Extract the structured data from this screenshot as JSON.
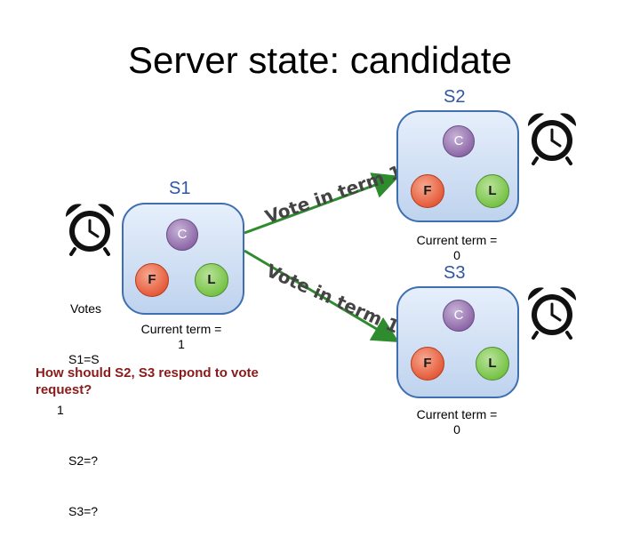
{
  "title": "Server state: candidate",
  "servers": {
    "s1": {
      "label": "S1",
      "nodes": {
        "c": "C",
        "f": "F",
        "l": "L"
      },
      "term_line1": "Current term =",
      "term_line2": "1"
    },
    "s2": {
      "label": "S2",
      "nodes": {
        "c": "C",
        "f": "F",
        "l": "L"
      },
      "term_line1": "Current term =",
      "term_line2": "0"
    },
    "s3": {
      "label": "S3",
      "nodes": {
        "c": "C",
        "f": "F",
        "l": "L"
      },
      "term_line1": "Current term =",
      "term_line2": "0"
    }
  },
  "votes": {
    "line1": "Votes",
    "line2": "S1=S",
    "line3": "1",
    "line4": "S2=?",
    "line5": "S3=?"
  },
  "messages": {
    "to_s2": "Vote in term 1",
    "to_s3": "Vote in term 1"
  },
  "question": {
    "line1": "How should S2, S3 respond to vote",
    "line2": "request?"
  },
  "icons": {
    "clock": "alarm-clock-icon",
    "arrow": "arrow-icon"
  },
  "colors": {
    "server_label": "#2f55a4",
    "candidate": "#8e6aa8",
    "follower": "#e55d3c",
    "leader": "#79c349",
    "arrow": "#2e8b2e",
    "question": "#8b1a1a"
  }
}
